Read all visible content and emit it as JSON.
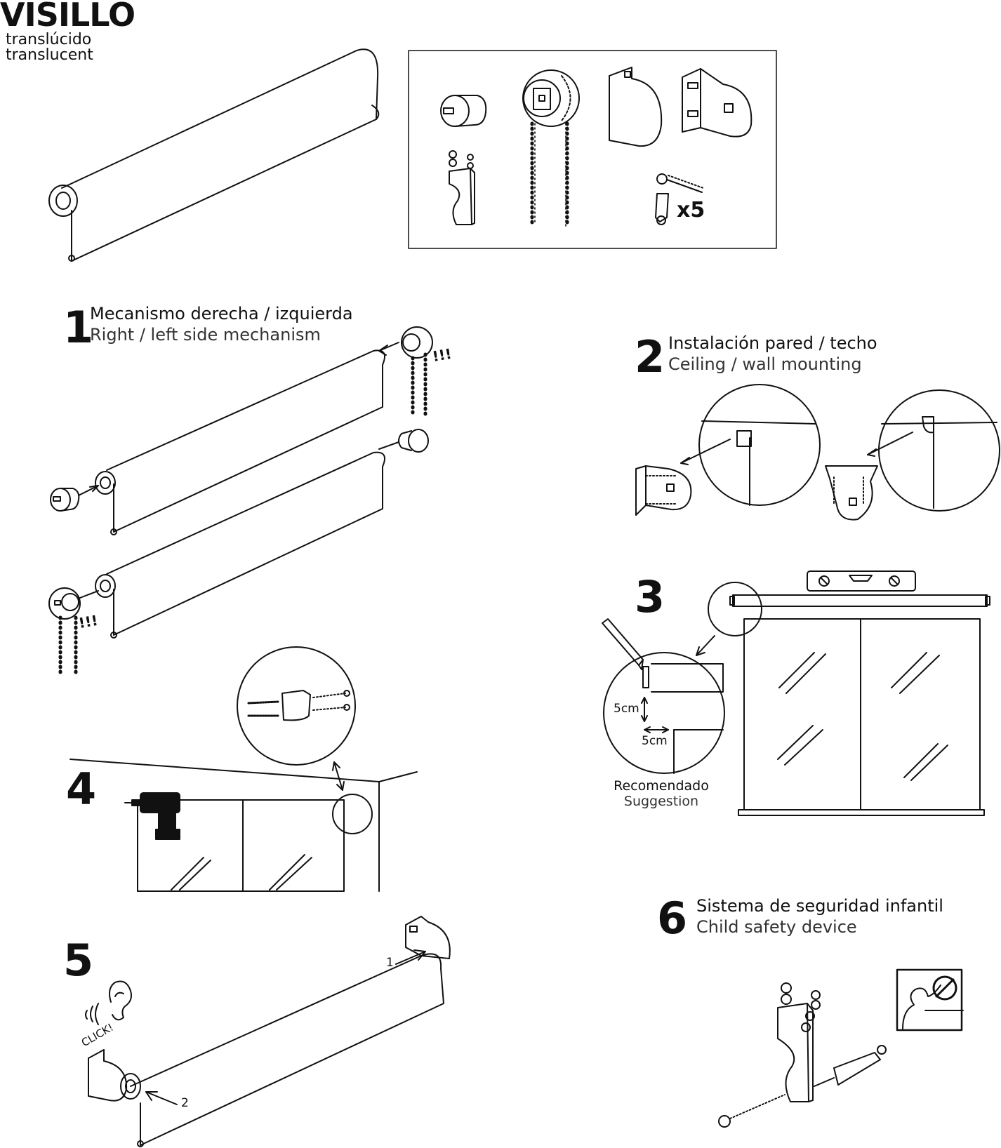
{
  "header": {
    "title": "VISILLO",
    "subtitle_es": "translúcido",
    "subtitle_en": "translucent"
  },
  "parts": {
    "quantity": "x5"
  },
  "steps": [
    {
      "number": "1",
      "title_es": "Mecanismo derecha / izquierda",
      "title_en": "Right / left side mechanism",
      "warning": "!!!"
    },
    {
      "number": "2",
      "title_es": "Instalación pared / techo",
      "title_en": "Ceiling / wall mounting"
    },
    {
      "number": "3",
      "measure_vertical": "5cm",
      "measure_horizontal": "5cm",
      "note_es": "Recomendado",
      "note_en": "Suggestion"
    },
    {
      "number": "4"
    },
    {
      "number": "5",
      "sound": "CLICK!",
      "arrow_1": "1",
      "arrow_2": "2"
    },
    {
      "number": "6",
      "title_es": "Sistema de seguridad infantil",
      "title_en": "Child safety device"
    }
  ],
  "colors": {
    "ink": "#111111",
    "paper": "#ffffff"
  }
}
